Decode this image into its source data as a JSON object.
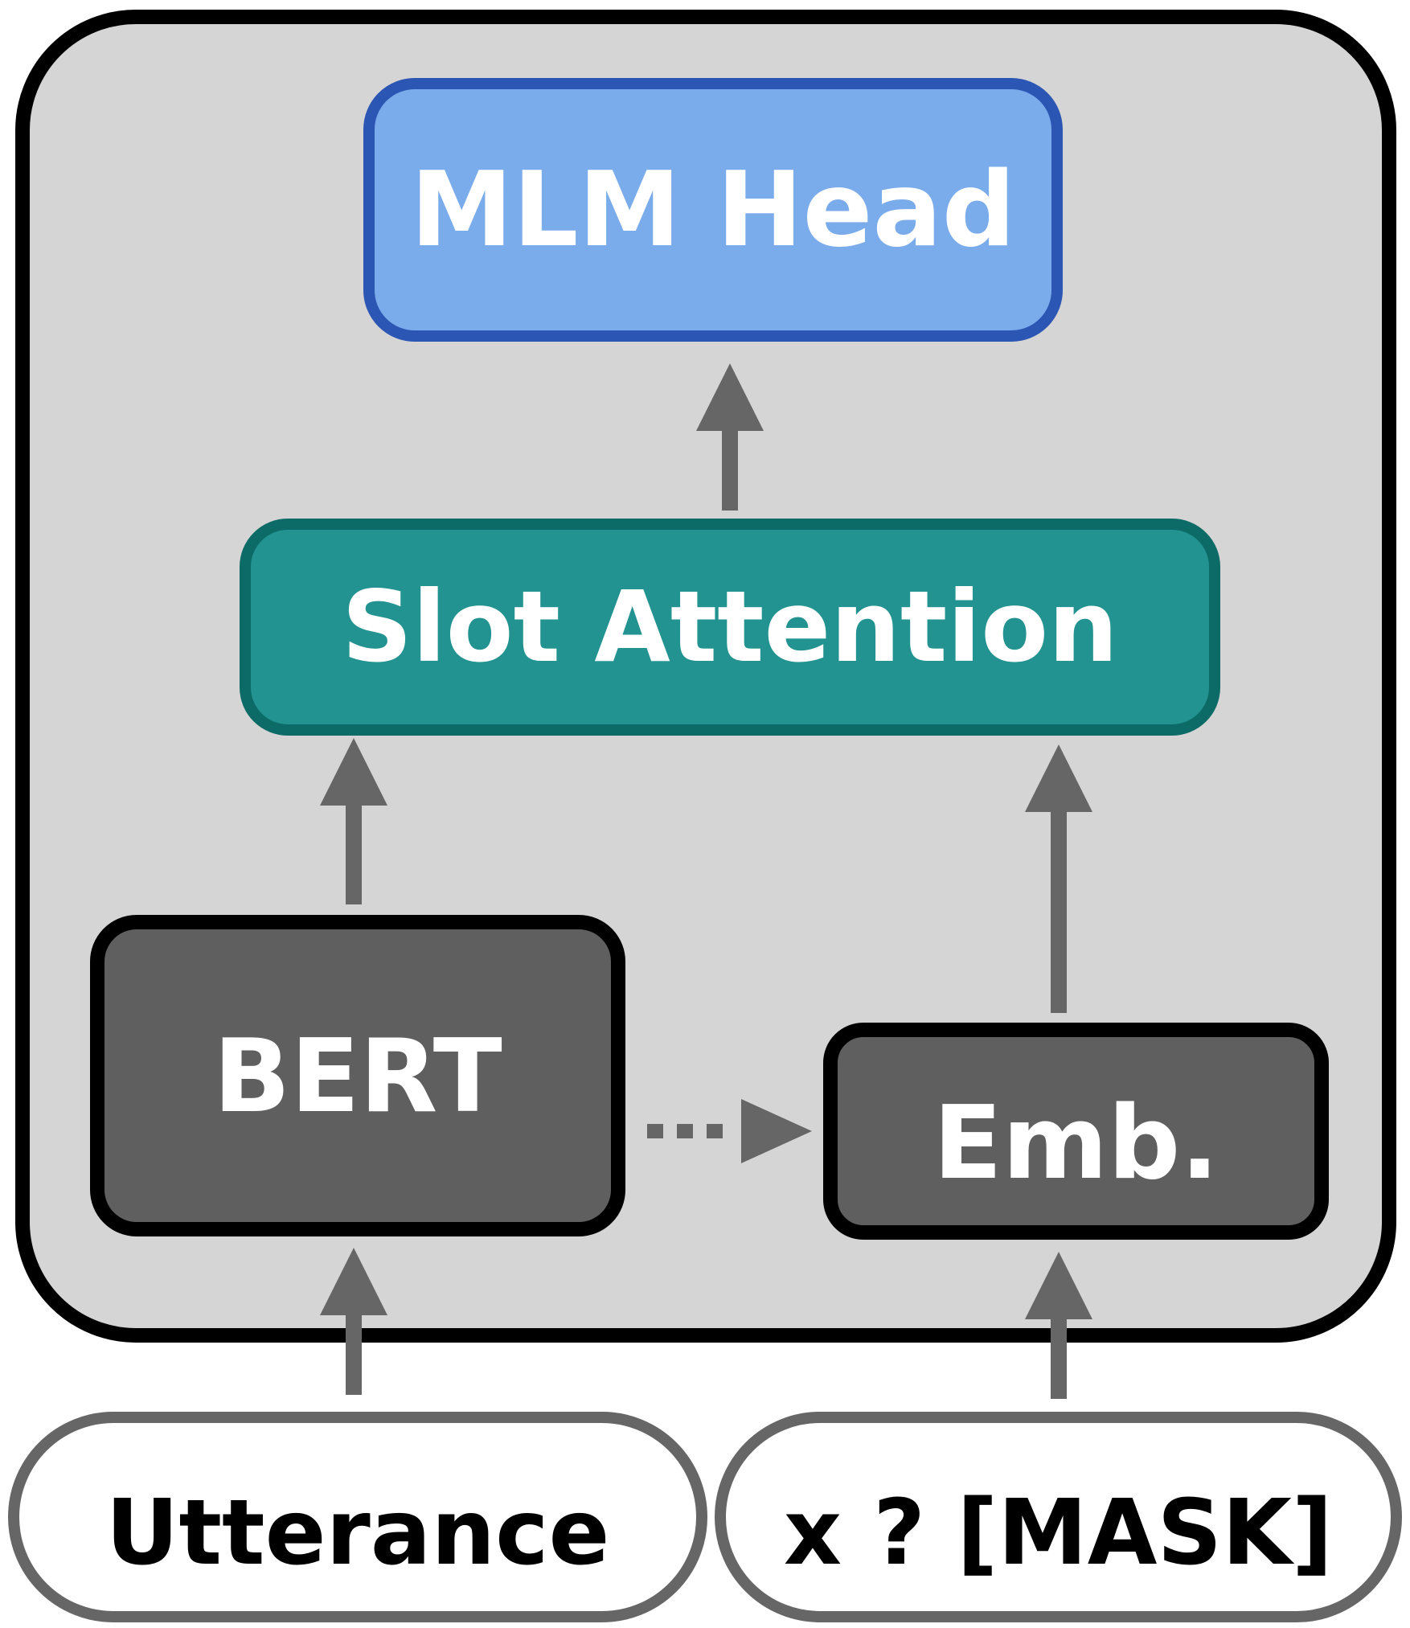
{
  "nodes": {
    "mlm_head": "MLM Head",
    "slot_attention": "Slot Attention",
    "bert": "BERT",
    "emb": "Emb.",
    "utterance": "Utterance",
    "mask_input": "x ? [MASK]"
  },
  "colors": {
    "container_fill": "#d5d5d5",
    "mlm_fill": "#7aabeb",
    "mlm_border": "#2c56b3",
    "slot_fill": "#229390",
    "slot_border": "#0c6b66",
    "dark_fill": "#5f5f5f",
    "arrow": "#666666"
  },
  "edges": [
    {
      "from": "slot_attention",
      "to": "mlm_head",
      "style": "solid"
    },
    {
      "from": "bert",
      "to": "slot_attention",
      "style": "solid"
    },
    {
      "from": "emb",
      "to": "slot_attention",
      "style": "solid"
    },
    {
      "from": "bert",
      "to": "emb",
      "style": "dotted"
    },
    {
      "from": "utterance",
      "to": "bert",
      "style": "solid"
    },
    {
      "from": "mask_input",
      "to": "emb",
      "style": "solid"
    }
  ]
}
